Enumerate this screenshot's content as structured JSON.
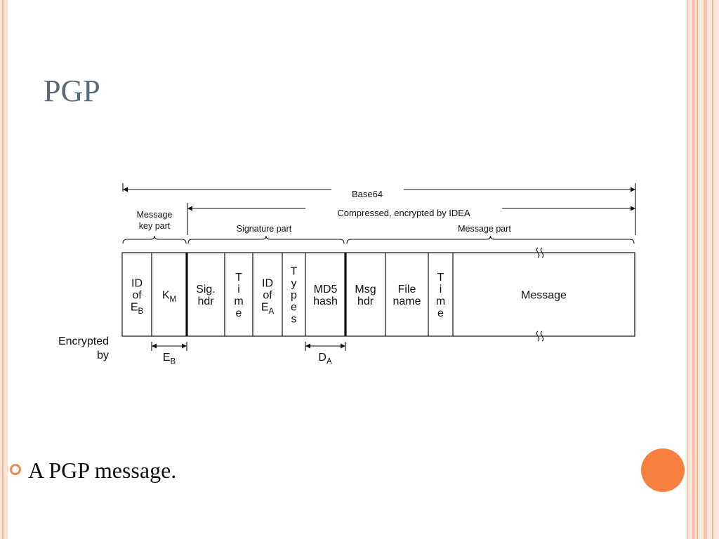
{
  "slide": {
    "title": "PGP",
    "caption": "A PGP message.",
    "accent_color": "#f7803f",
    "title_color": "#5a6a78"
  },
  "diagram": {
    "base64_label": "Base64",
    "compressed_label": "Compressed, encrypted by IDEA",
    "group_labels": {
      "message_key_line1": "Message",
      "message_key_line2": "key part",
      "signature": "Signature part",
      "message": "Message part"
    },
    "fields": [
      {
        "id": "id-eb",
        "lines": [
          "ID",
          "of",
          "E|B"
        ]
      },
      {
        "id": "km",
        "lines": [
          "K|M"
        ]
      },
      {
        "id": "sig-hdr",
        "lines": [
          "Sig.",
          "hdr"
        ]
      },
      {
        "id": "time-sig",
        "lines": [
          "T",
          "i",
          "m",
          "e"
        ]
      },
      {
        "id": "id-ea",
        "lines": [
          "ID",
          "of",
          "E|A"
        ]
      },
      {
        "id": "types",
        "lines": [
          "T",
          "y",
          "p",
          "e",
          "s"
        ]
      },
      {
        "id": "md5-hash",
        "lines": [
          "MD5",
          "hash"
        ]
      },
      {
        "id": "msg-hdr",
        "lines": [
          "Msg",
          "hdr"
        ]
      },
      {
        "id": "file-name",
        "lines": [
          "File",
          "name"
        ]
      },
      {
        "id": "time-msg",
        "lines": [
          "T",
          "i",
          "m",
          "e"
        ]
      },
      {
        "id": "message",
        "lines": [
          "Message"
        ]
      }
    ],
    "encrypted_by": {
      "label_line1": "Encrypted",
      "label_line2": "by",
      "eb": "E|B",
      "da": "D|A"
    }
  }
}
